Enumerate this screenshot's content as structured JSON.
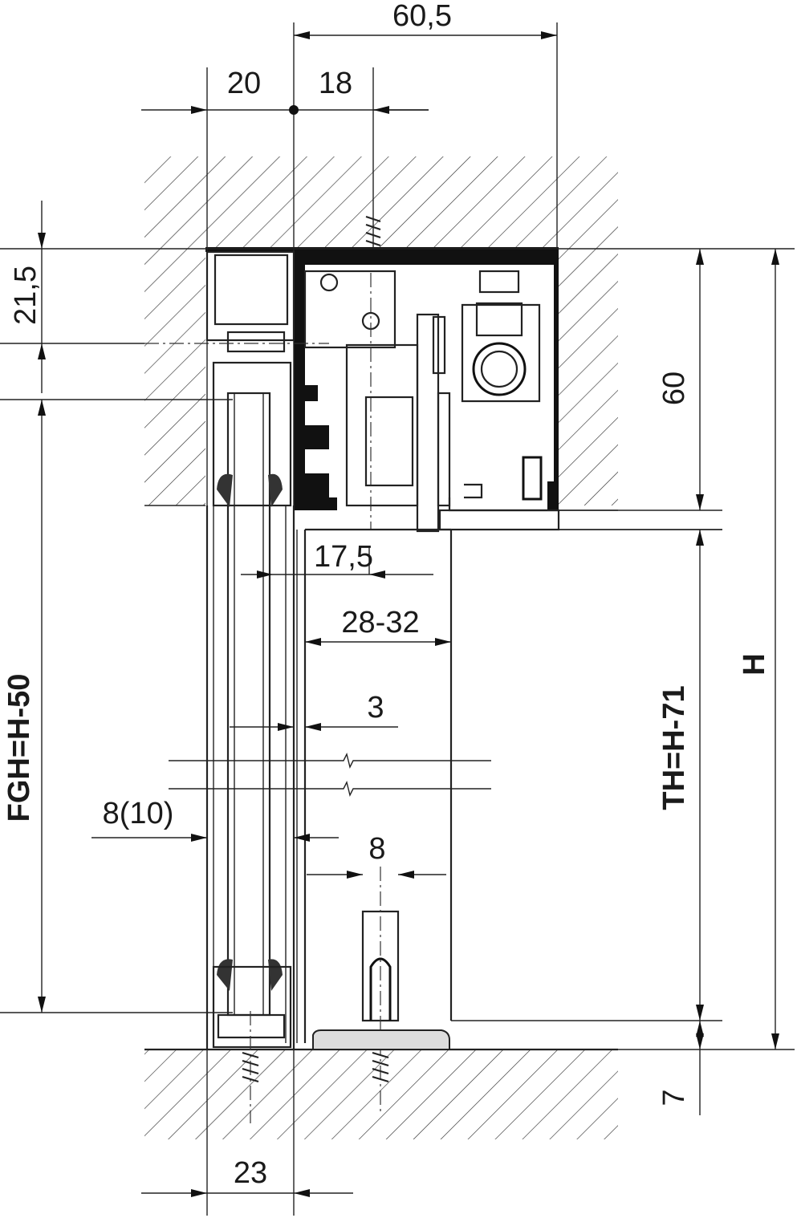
{
  "dimensions": {
    "top_total": "60,5",
    "left_offset": "20",
    "right_offset": "18",
    "top_profile_height": "21,5",
    "ceiling_recess": "60",
    "door_offset": "17,5",
    "door_thickness": "28-32",
    "gap": "3",
    "glass_thickness": "8(10)",
    "guide_width": "8",
    "overall_height": "H",
    "fixed_glass_height": "FGH=H-50",
    "door_height": "TH=H-71",
    "floor_gap": "7",
    "bottom_width": "23"
  }
}
